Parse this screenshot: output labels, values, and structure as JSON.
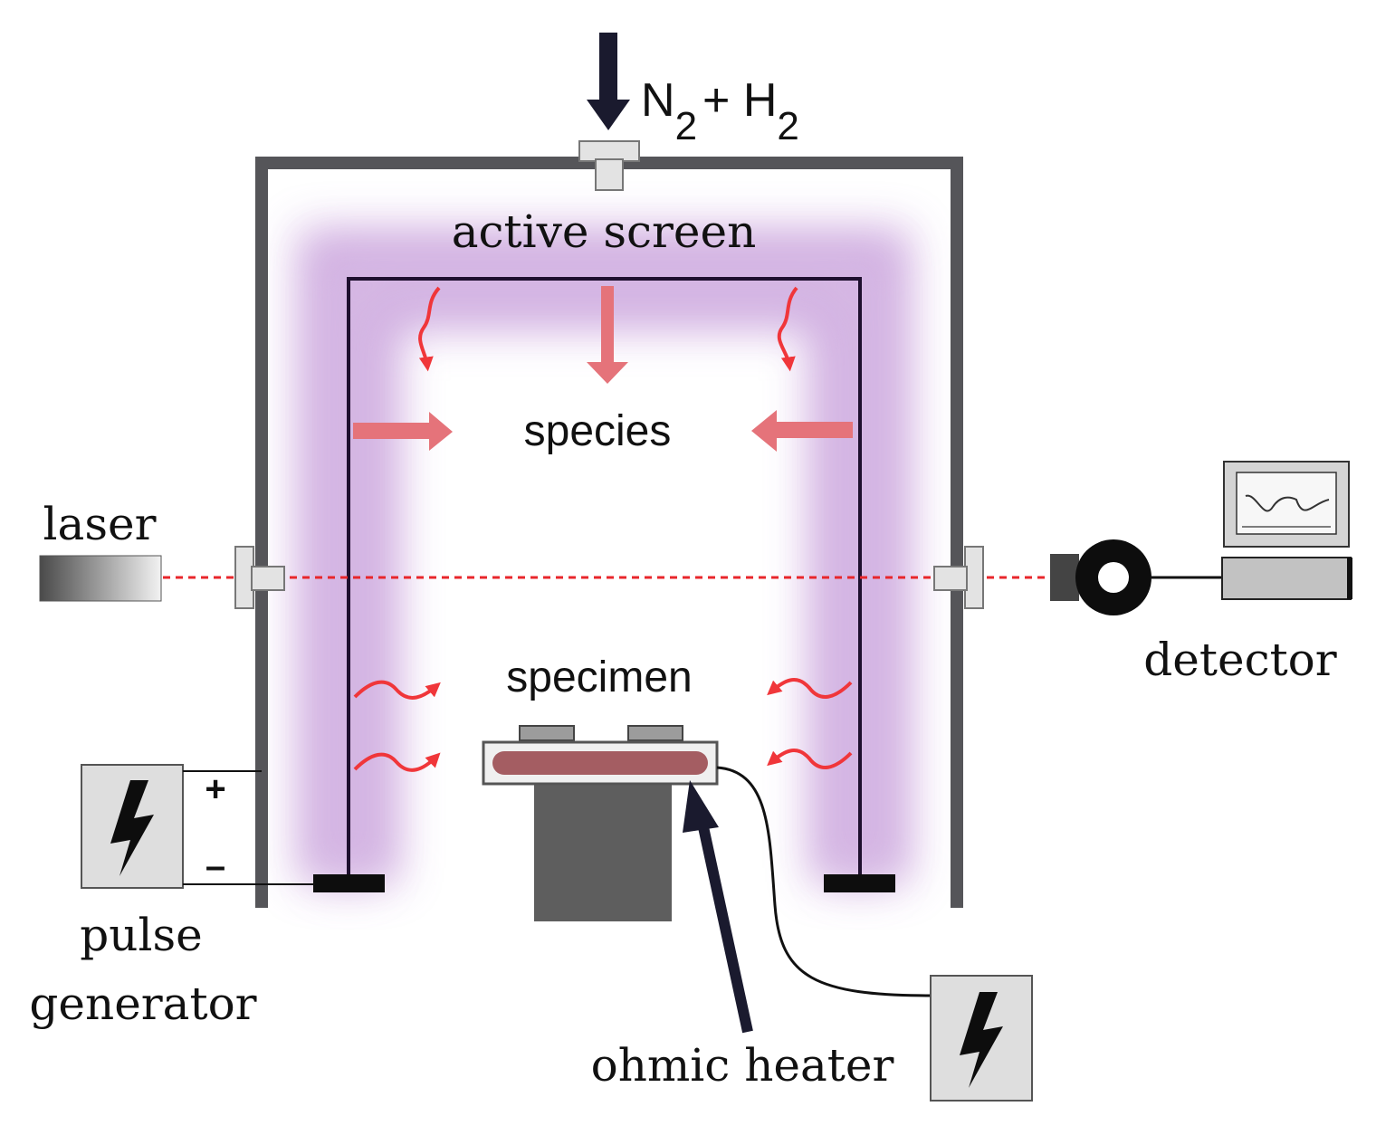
{
  "labels": {
    "gas_n": "N",
    "gas_sub1": "2",
    "gas_plus": "+ H",
    "gas_sub2": "2",
    "active_screen": "active screen",
    "species": "species",
    "laser": "laser",
    "detector": "detector",
    "specimen": "specimen",
    "plus_terminal": "+",
    "minus_terminal": "–",
    "pulse_line1": "pulse",
    "pulse_line2": "generator",
    "ohmic_heater": "ohmic heater"
  },
  "colors": {
    "chamber_wall": "#555559",
    "screen_line": "#1e0f2e",
    "plasma_glow": "#c9a2dc",
    "beam": "#e8262b",
    "species_arrow": "#e5737a",
    "wavy_arrow": "#f0363a",
    "power_box": "#dedede",
    "heater_element": "#9b4d52"
  },
  "icons": {
    "gas_inlet": "down-arrow-icon",
    "pulse_generator": "lightning-bolt-icon",
    "heater_supply": "lightning-bolt-icon",
    "detector_display": "monitor-icon",
    "detector_sensor": "ring-sensor-icon"
  }
}
